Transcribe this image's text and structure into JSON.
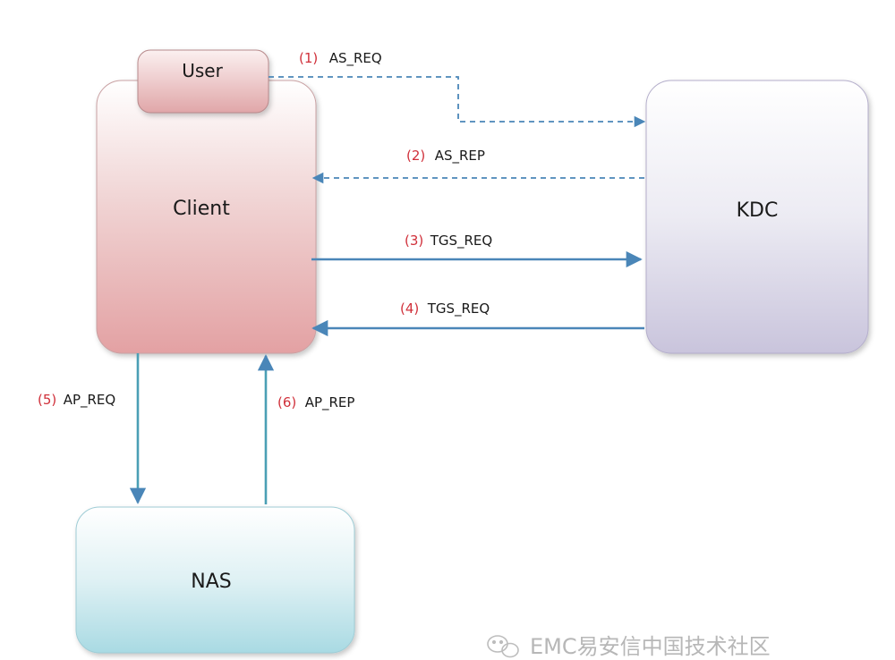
{
  "nodes": {
    "user": "User",
    "client": "Client",
    "kdc": "KDC",
    "nas": "NAS"
  },
  "steps": [
    {
      "num": "(1)",
      "name": "AS_REQ",
      "style": "dashed"
    },
    {
      "num": "(2)",
      "name": "AS_REP",
      "style": "dashed"
    },
    {
      "num": "(3)",
      "name": "TGS_REQ",
      "style": "solid"
    },
    {
      "num": "(4)",
      "name": "TGS_REQ",
      "style": "solid"
    },
    {
      "num": "(5)",
      "name": "AP_REQ",
      "style": "solid"
    },
    {
      "num": "(6)",
      "name": "AP_REP",
      "style": "solid"
    }
  ],
  "watermark": {
    "icon": "wechat-icon",
    "text": "EMC易安信中国技术社区"
  },
  "colors": {
    "arrow": "#4a86b8",
    "step_number": "#d0303a",
    "label": "#1a1a1a",
    "watermark": "#b7b7b7"
  }
}
